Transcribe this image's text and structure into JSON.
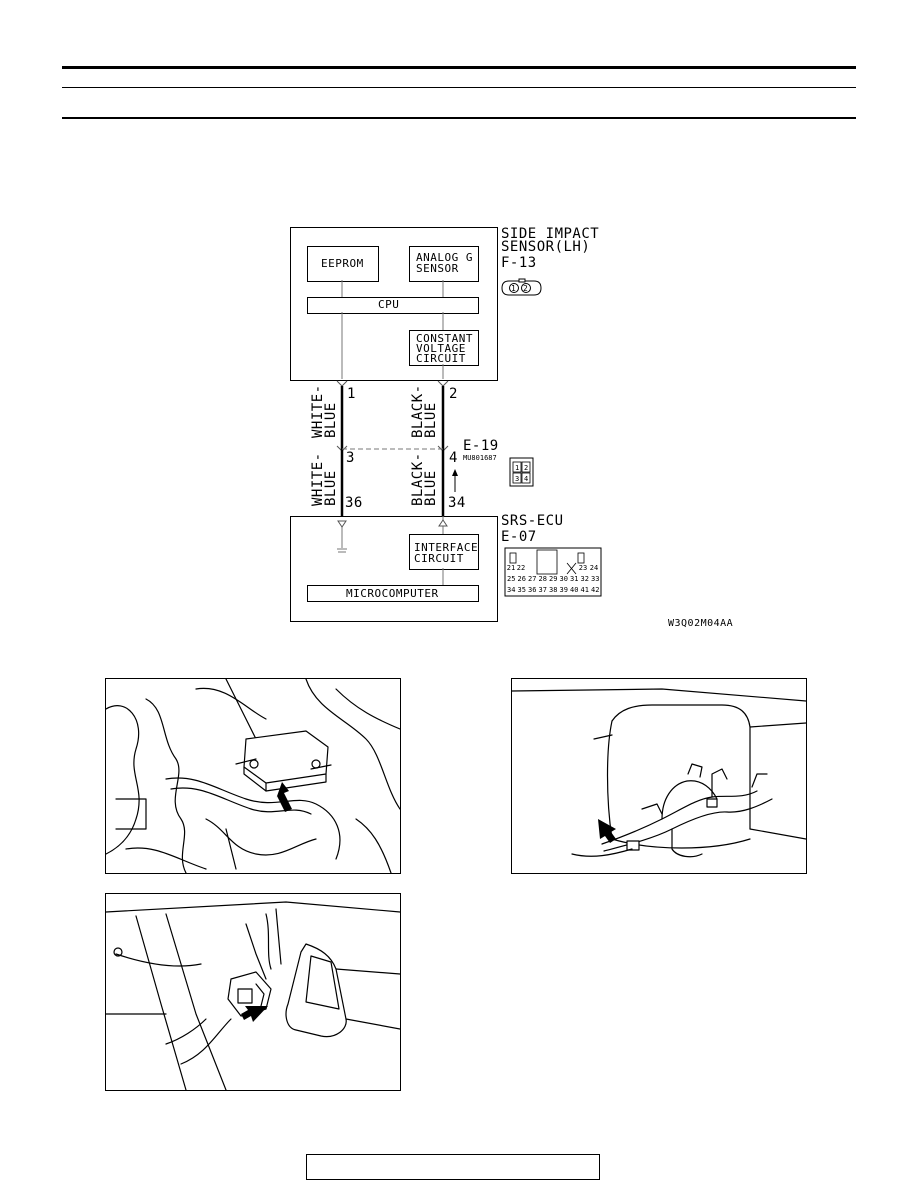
{
  "diagram": {
    "side_sensor": {
      "title_line1": "SIDE IMPACT",
      "title_line2": "SENSOR(LH)",
      "connector": "F-13",
      "connector_pins": [
        "1",
        "2"
      ],
      "eeprom": "EEPROM",
      "analog_line1": "ANALOG G",
      "analog_line2": "SENSOR",
      "cpu": "CPU",
      "cv_line1": "CONSTANT",
      "cv_line2": "VOLTAGE",
      "cv_line3": "CIRCUIT"
    },
    "wires": {
      "upper_left_line1": "WHITE-",
      "upper_left_line2": "BLUE",
      "upper_right_line1": "BLACK-",
      "upper_right_line2": "BLUE",
      "lower_left_line1": "WHITE-",
      "lower_left_line2": "BLUE",
      "lower_right_line1": "BLACK-",
      "lower_right_line2": "BLUE",
      "pin1": "1",
      "pin2": "2",
      "pin3": "3",
      "pin4": "4",
      "pin36": "36",
      "pin34": "34"
    },
    "junction": {
      "connector": "E-19",
      "part_number": "MU801687",
      "pins": [
        "1",
        "2",
        "3",
        "4"
      ]
    },
    "srs_ecu": {
      "title": "SRS-ECU",
      "connector": "E-07",
      "interface_line1": "INTERFACE",
      "interface_line2": "CIRCUIT",
      "microcomputer": "MICROCOMPUTER",
      "pins_row1": [
        "21",
        "22",
        "",
        "",
        "",
        "",
        "",
        "",
        "23",
        "24"
      ],
      "pins_row2": [
        "25",
        "26",
        "27",
        "28",
        "29",
        "30",
        "31",
        "32",
        "33"
      ],
      "pins_row3": [
        "34",
        "35",
        "36",
        "37",
        "38",
        "39",
        "40",
        "41",
        "42"
      ]
    },
    "figure_code": "W3Q02M04AA"
  }
}
